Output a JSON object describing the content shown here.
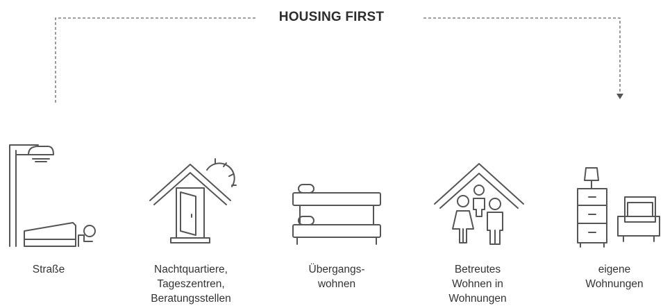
{
  "title": "HOUSING FIRST",
  "steps": [
    {
      "id": "strasse",
      "lines": [
        "Straße"
      ]
    },
    {
      "id": "nachtquartiere",
      "lines": [
        "Nachtquartiere,",
        "Tageszentren,",
        "Beratungsstellen"
      ]
    },
    {
      "id": "uebergangswohnen",
      "lines": [
        "Übergangs-",
        "wohnen"
      ]
    },
    {
      "id": "betreutes",
      "lines": [
        "Betreutes",
        "Wohnen in",
        "Wohnungen"
      ]
    },
    {
      "id": "eigene",
      "lines": [
        "eigene",
        "Wohnungen"
      ]
    }
  ],
  "colors": {
    "stroke": "#555555",
    "text": "#333333",
    "dashed": "#666666"
  }
}
